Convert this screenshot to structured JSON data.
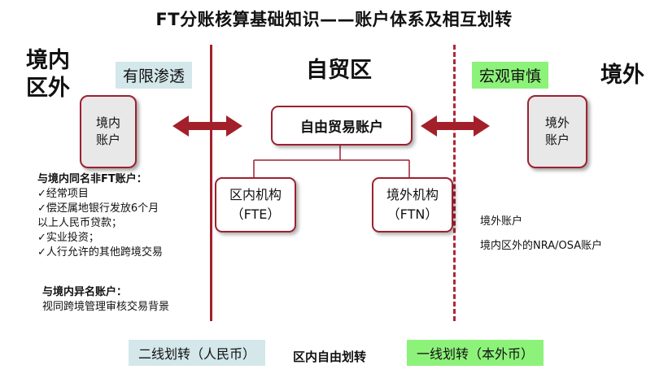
{
  "title": "FT分账核算基础知识——账户体系及相互划转",
  "zones": {
    "domestic_line1": "境内",
    "domestic_line2": "区外",
    "ftz": "自贸区",
    "offshore": "境外"
  },
  "tags": {
    "limited_penetration": "有限渗透",
    "macro_prudential": "宏观审慎"
  },
  "boxes": {
    "domestic_account_line1": "境内",
    "domestic_account_line2": "账户",
    "ftz_account": "自由贸易账户",
    "fte_line1": "区内机构",
    "fte_line2": "（FTE）",
    "ftn_line1": "境外机构",
    "ftn_line2": "（FTN）",
    "offshore_account_line1": "境外",
    "offshore_account_line2": "账户"
  },
  "notes": {
    "same_name_head": "与境内同名非FT账户：",
    "same_name_items": [
      "✓经常项目",
      "✓偿还属地银行发放6个月",
      "以上人民币贷款；",
      "✓实业投资；",
      "✓人行允许的其他跨境交易"
    ],
    "diff_name_head": "与境内异名账户：",
    "diff_name_text": "视同跨境管理审核交易背景"
  },
  "offshore_notes": {
    "line1": "境外账户",
    "line2": "境内区外的NRA/OSA账户"
  },
  "bottom": {
    "second_line": "二线划转（人民币）",
    "middle": "区内自由划转",
    "first_line": "一线划转（本外币）"
  },
  "colors": {
    "accent_red": "#a3202a",
    "tag_blue": "#d4e7ea",
    "tag_green": "#8df27a"
  }
}
